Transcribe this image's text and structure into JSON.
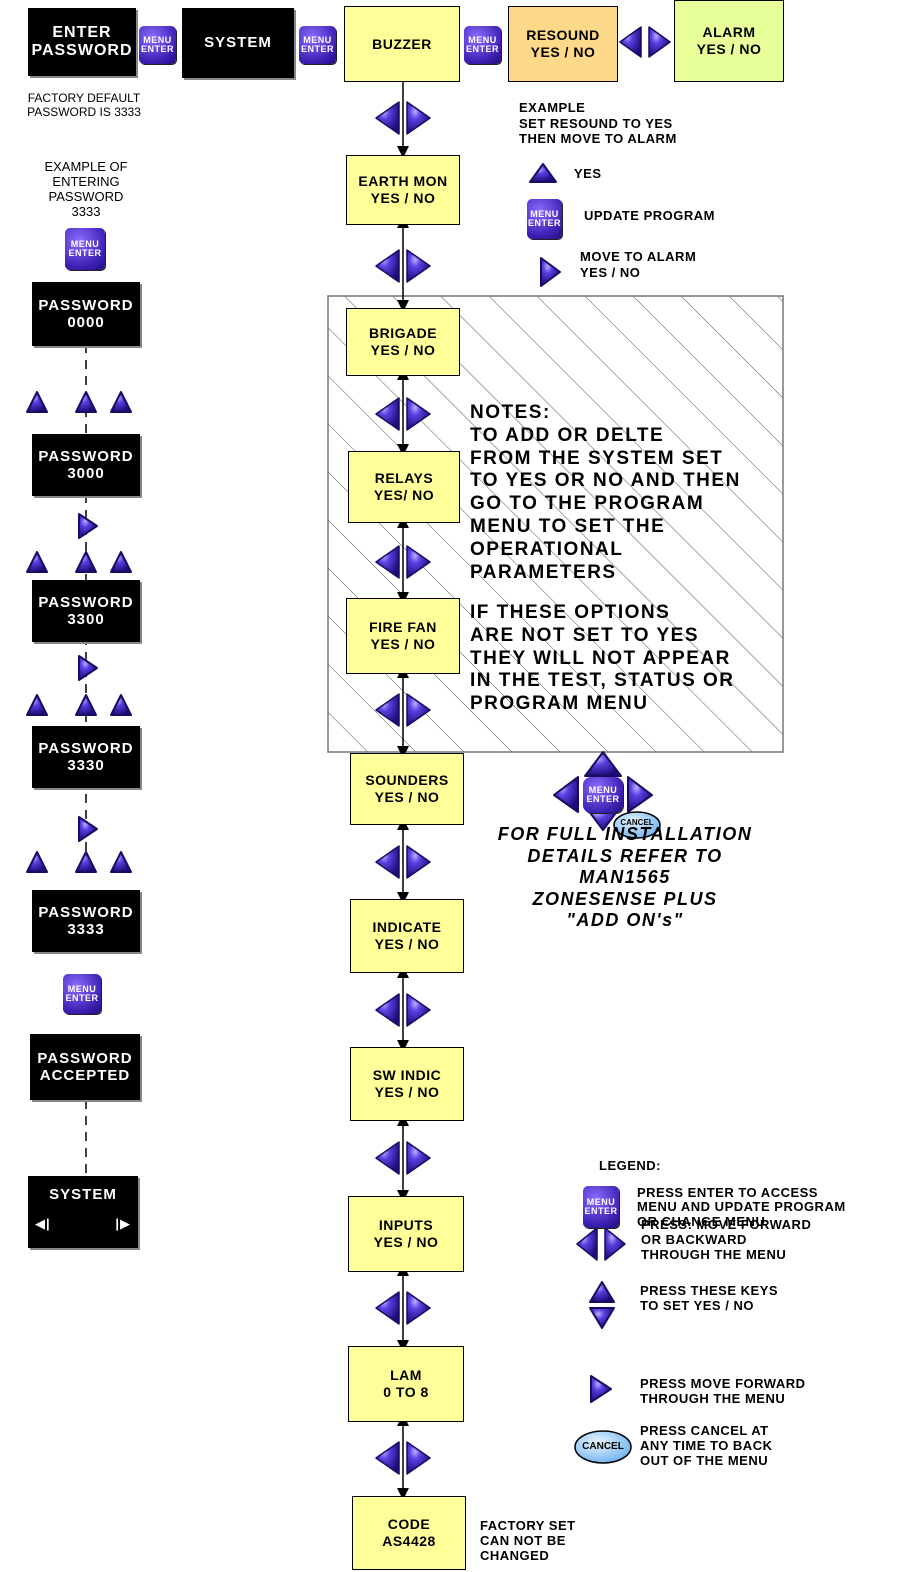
{
  "top": {
    "enter_password": [
      "ENTER",
      "PASSWORD"
    ],
    "system": "SYSTEM",
    "buzzer": "BUZZER",
    "resound": [
      "RESOUND",
      "YES / NO"
    ],
    "alarm": [
      "ALARM",
      "YES / NO"
    ],
    "factory_default": [
      "FACTORY DEFAULT",
      "PASSWORD IS 3333"
    ]
  },
  "key": {
    "menu": "MENU",
    "enter": "ENTER",
    "cancel": "CANCEL"
  },
  "example_resound": {
    "heading": [
      "EXAMPLE",
      "SET RESOUND TO YES",
      "THEN MOVE TO ALARM"
    ],
    "yes": "YES",
    "update": "UPDATE PROGRAM",
    "move": [
      "MOVE TO ALARM",
      "YES / NO"
    ]
  },
  "password_example": {
    "heading": [
      "EXAMPLE OF",
      "ENTERING",
      "PASSWORD",
      "3333"
    ],
    "label": "PASSWORD",
    "steps": [
      "0000",
      "3000",
      "3300",
      "3330",
      "3333",
      "ACCEPTED"
    ],
    "system": "SYSTEM",
    "left_arrow": "◀|",
    "right_arrow": "|▶"
  },
  "menu_items": [
    [
      "EARTH MON",
      "YES / NO"
    ],
    [
      "BRIGADE",
      "YES / NO"
    ],
    [
      "RELAYS",
      "YES/ NO"
    ],
    [
      "FIRE FAN",
      "YES / NO"
    ],
    [
      "SOUNDERS",
      "YES / NO"
    ],
    [
      "INDICATE",
      "YES / NO"
    ],
    [
      "SW INDIC",
      "YES / NO"
    ],
    [
      "INPUTS",
      "YES / NO"
    ],
    [
      "LAM",
      "0 TO 8"
    ],
    [
      "CODE",
      "AS4428"
    ]
  ],
  "notes": {
    "block1": [
      "NOTES:",
      "TO ADD OR DELTE",
      "FROM THE SYSTEM SET",
      "TO YES OR NO AND THEN",
      "GO TO THE PROGRAM",
      "MENU TO SET THE",
      "OPERATIONAL",
      "PARAMETERS"
    ],
    "block2": [
      "IF THESE OPTIONS",
      "ARE NOT SET TO YES",
      "THEY WILL NOT APPEAR",
      "IN THE TEST, STATUS OR",
      "PROGRAM MENU"
    ],
    "block3": [
      "FOR FULL INSTALLATION",
      "DETAILS REFER TO",
      "MAN1565",
      "ZONESENSE PLUS",
      "\"ADD ON's\""
    ]
  },
  "code_note": [
    "FACTORY SET",
    "CAN NOT BE",
    "CHANGED"
  ],
  "legend": {
    "title": "LEGEND:",
    "enter": [
      "PRESS ENTER TO ACCESS",
      "MENU AND UPDATE PROGRAM",
      "OR CHANGE MENU"
    ],
    "leftright": [
      "PRESS: MOVE FORWARD",
      "OR BACKWARD",
      "THROUGH THE MENU"
    ],
    "updown": [
      "PRESS THESE KEYS",
      "TO SET YES / NO"
    ],
    "right": [
      "PRESS MOVE FORWARD",
      "THROUGH THE MENU"
    ],
    "cancel": [
      "PRESS CANCEL AT",
      "ANY TIME TO BACK",
      "OUT OF THE MENU"
    ]
  },
  "colors": {
    "key": "#3b1fb0",
    "yellow": "#ffff99",
    "orange": "#ffd98a",
    "green": "#e6ff99",
    "cancel": "#9fd0ff"
  }
}
